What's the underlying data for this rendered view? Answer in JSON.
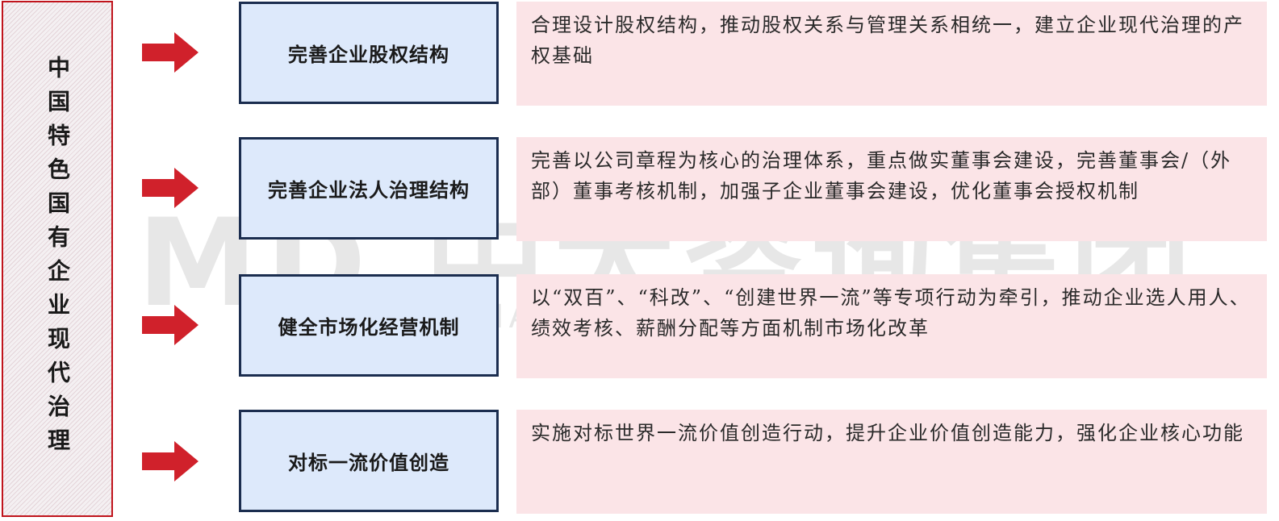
{
  "title": "中国特色国有企业现代治理",
  "colors": {
    "accent_red": "#d0212b",
    "box_blue": "#dde9fb",
    "box_border": "#1b2d4f",
    "desc_pink": "#fbe4e7"
  },
  "icons": {
    "arrow": "right-arrow-icon"
  },
  "watermark": {
    "main": "MD 中大咨询集团",
    "sub": "MANAGEMENT PROFESSIONAL GROUP"
  },
  "rows": [
    {
      "label": "完善企业股权结构",
      "description": "合理设计股权结构，推动股权关系与管理关系相统一，建立企业现代治理的产权基础"
    },
    {
      "label": "完善企业法人治理结构",
      "description": "完善以公司章程为核心的治理体系，重点做实董事会建设，完善董事会/（外部）董事考核机制，加强子企业董事会建设，优化董事会授权机制"
    },
    {
      "label": "健全市场化经营机制",
      "description": "以“双百”、“科改”、“创建世界一流”等专项行动为牵引，推动企业选人用人、绩效考核、薪酬分配等方面机制市场化改革"
    },
    {
      "label": "对标一流价值创造",
      "description": "实施对标世界一流价值创造行动，提升企业价值创造能力，强化企业核心功能"
    }
  ]
}
